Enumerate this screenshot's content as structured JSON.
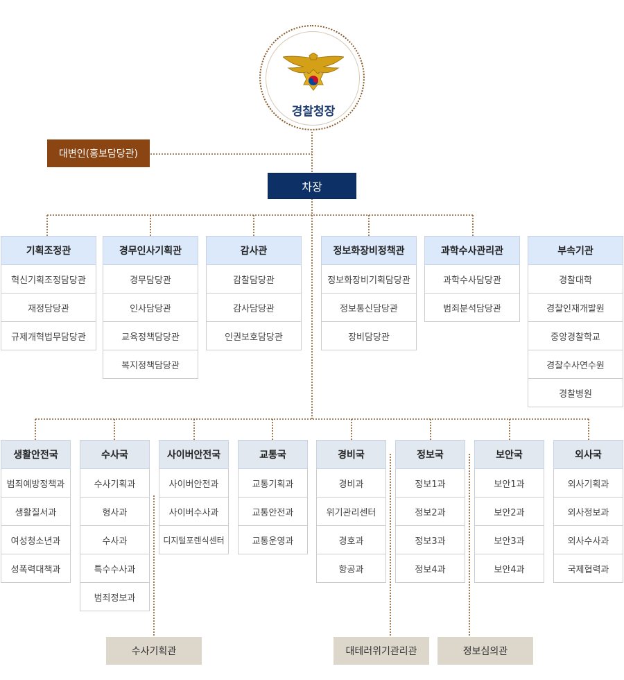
{
  "chief": {
    "title": "경찰청장",
    "emblem": "police-eagle-emblem-icon"
  },
  "spokesperson": "대변인(홍보담당관)",
  "deputy": "차장",
  "top_units": [
    {
      "title": "기획조정관",
      "items": [
        "혁신기획조정담당관",
        "재정담당관",
        "규제개혁법무담당관"
      ]
    },
    {
      "title": "경무인사기획관",
      "items": [
        "경무담당관",
        "인사담당관",
        "교육정책담당관",
        "복지정책담당관"
      ]
    },
    {
      "title": "감사관",
      "items": [
        "감찰담당관",
        "감사담당관",
        "인권보호담당관"
      ]
    },
    {
      "title": "정보화장비정책관",
      "items": [
        "정보화장비기획담당관",
        "정보통신담당관",
        "장비담당관"
      ]
    },
    {
      "title": "과학수사관리관",
      "items": [
        "과학수사담당관",
        "범죄분석담당관"
      ]
    },
    {
      "title": "부속기관",
      "items": [
        "경찰대학",
        "경찰인재개발원",
        "중앙경찰학교",
        "경찰수사연수원",
        "경찰병원"
      ]
    }
  ],
  "bureaus": [
    {
      "title": "생활안전국",
      "items": [
        "범죄예방정책과",
        "생활질서과",
        "여성청소년과",
        "성폭력대책과"
      ]
    },
    {
      "title": "수사국",
      "items": [
        "수사기획과",
        "형사과",
        "수사과",
        "특수수사과",
        "범죄정보과"
      ]
    },
    {
      "title": "사이버안전국",
      "items": [
        "사이버안전과",
        "사이버수사과",
        "디지털포렌식센터"
      ]
    },
    {
      "title": "교통국",
      "items": [
        "교통기획과",
        "교통안전과",
        "교통운영과"
      ]
    },
    {
      "title": "경비국",
      "items": [
        "경비과",
        "위기관리센터",
        "경호과",
        "항공과"
      ]
    },
    {
      "title": "정보국",
      "items": [
        "정보1과",
        "정보2과",
        "정보3과",
        "정보4과"
      ]
    },
    {
      "title": "보안국",
      "items": [
        "보안1과",
        "보안2과",
        "보안3과",
        "보안4과"
      ]
    },
    {
      "title": "외사국",
      "items": [
        "외사기획과",
        "외사정보과",
        "외사수사과",
        "국제협력과"
      ]
    }
  ],
  "attached": [
    "수사기획관",
    "대테러위기관리관",
    "정보심의관"
  ],
  "colors": {
    "line": "#8a5a2b",
    "spokes": "#8b4513",
    "deputy": "#0d3166",
    "top_head": "#dbe9fb",
    "bureau_head": "#e2e8f0",
    "attached": "#ddd6cb"
  }
}
